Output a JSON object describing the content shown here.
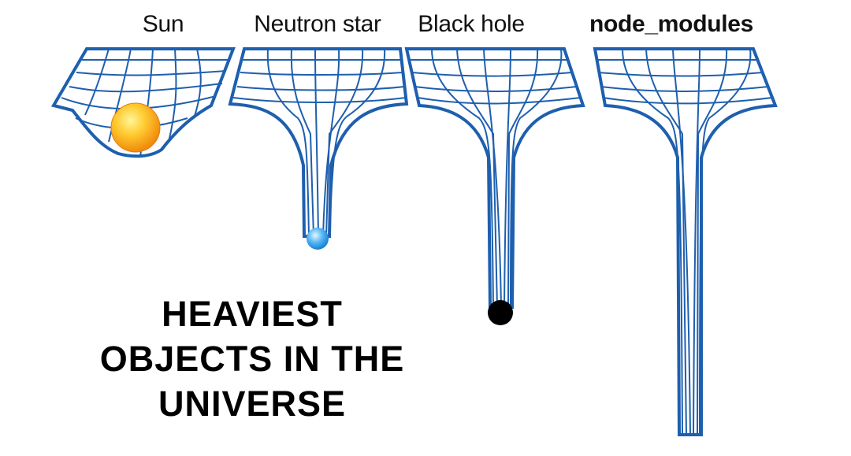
{
  "objects": [
    {
      "key": "sun",
      "label": "Sun"
    },
    {
      "key": "neutron-star",
      "label": "Neutron star"
    },
    {
      "key": "black-hole",
      "label": "Black hole"
    },
    {
      "key": "node-modules",
      "label": "node_modules"
    }
  ],
  "caption": {
    "line1": "HEAVIEST",
    "line2": "OBJECTS IN THE",
    "line3": "UNIVERSE"
  },
  "colors": {
    "grid": "#1e5fae",
    "sun_core": "#f6a21a",
    "sun_glow": "#ffe06a",
    "neutron_star": "#49a9ef",
    "black_hole": "#000000"
  }
}
